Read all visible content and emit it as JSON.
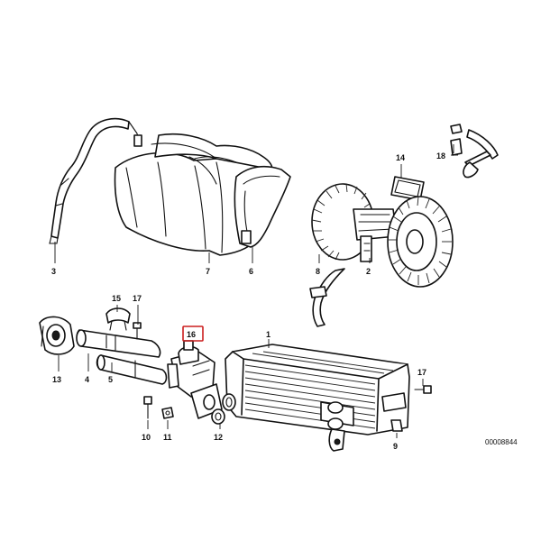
{
  "diagram": {
    "reference_code": "00008844",
    "highlighted_callout": "16",
    "highlight_color": "#cc1f1f",
    "callouts": {
      "c1": "1",
      "c2": "2",
      "c3": "3",
      "c4": "4",
      "c5": "5",
      "c6": "6",
      "c7": "7",
      "c8": "8",
      "c9": "9",
      "c10": "10",
      "c11": "11",
      "c12": "12",
      "c13": "13",
      "c14": "14",
      "c15": "15",
      "c16": "16",
      "c17a": "17",
      "c17b": "17",
      "c18": "18"
    }
  }
}
